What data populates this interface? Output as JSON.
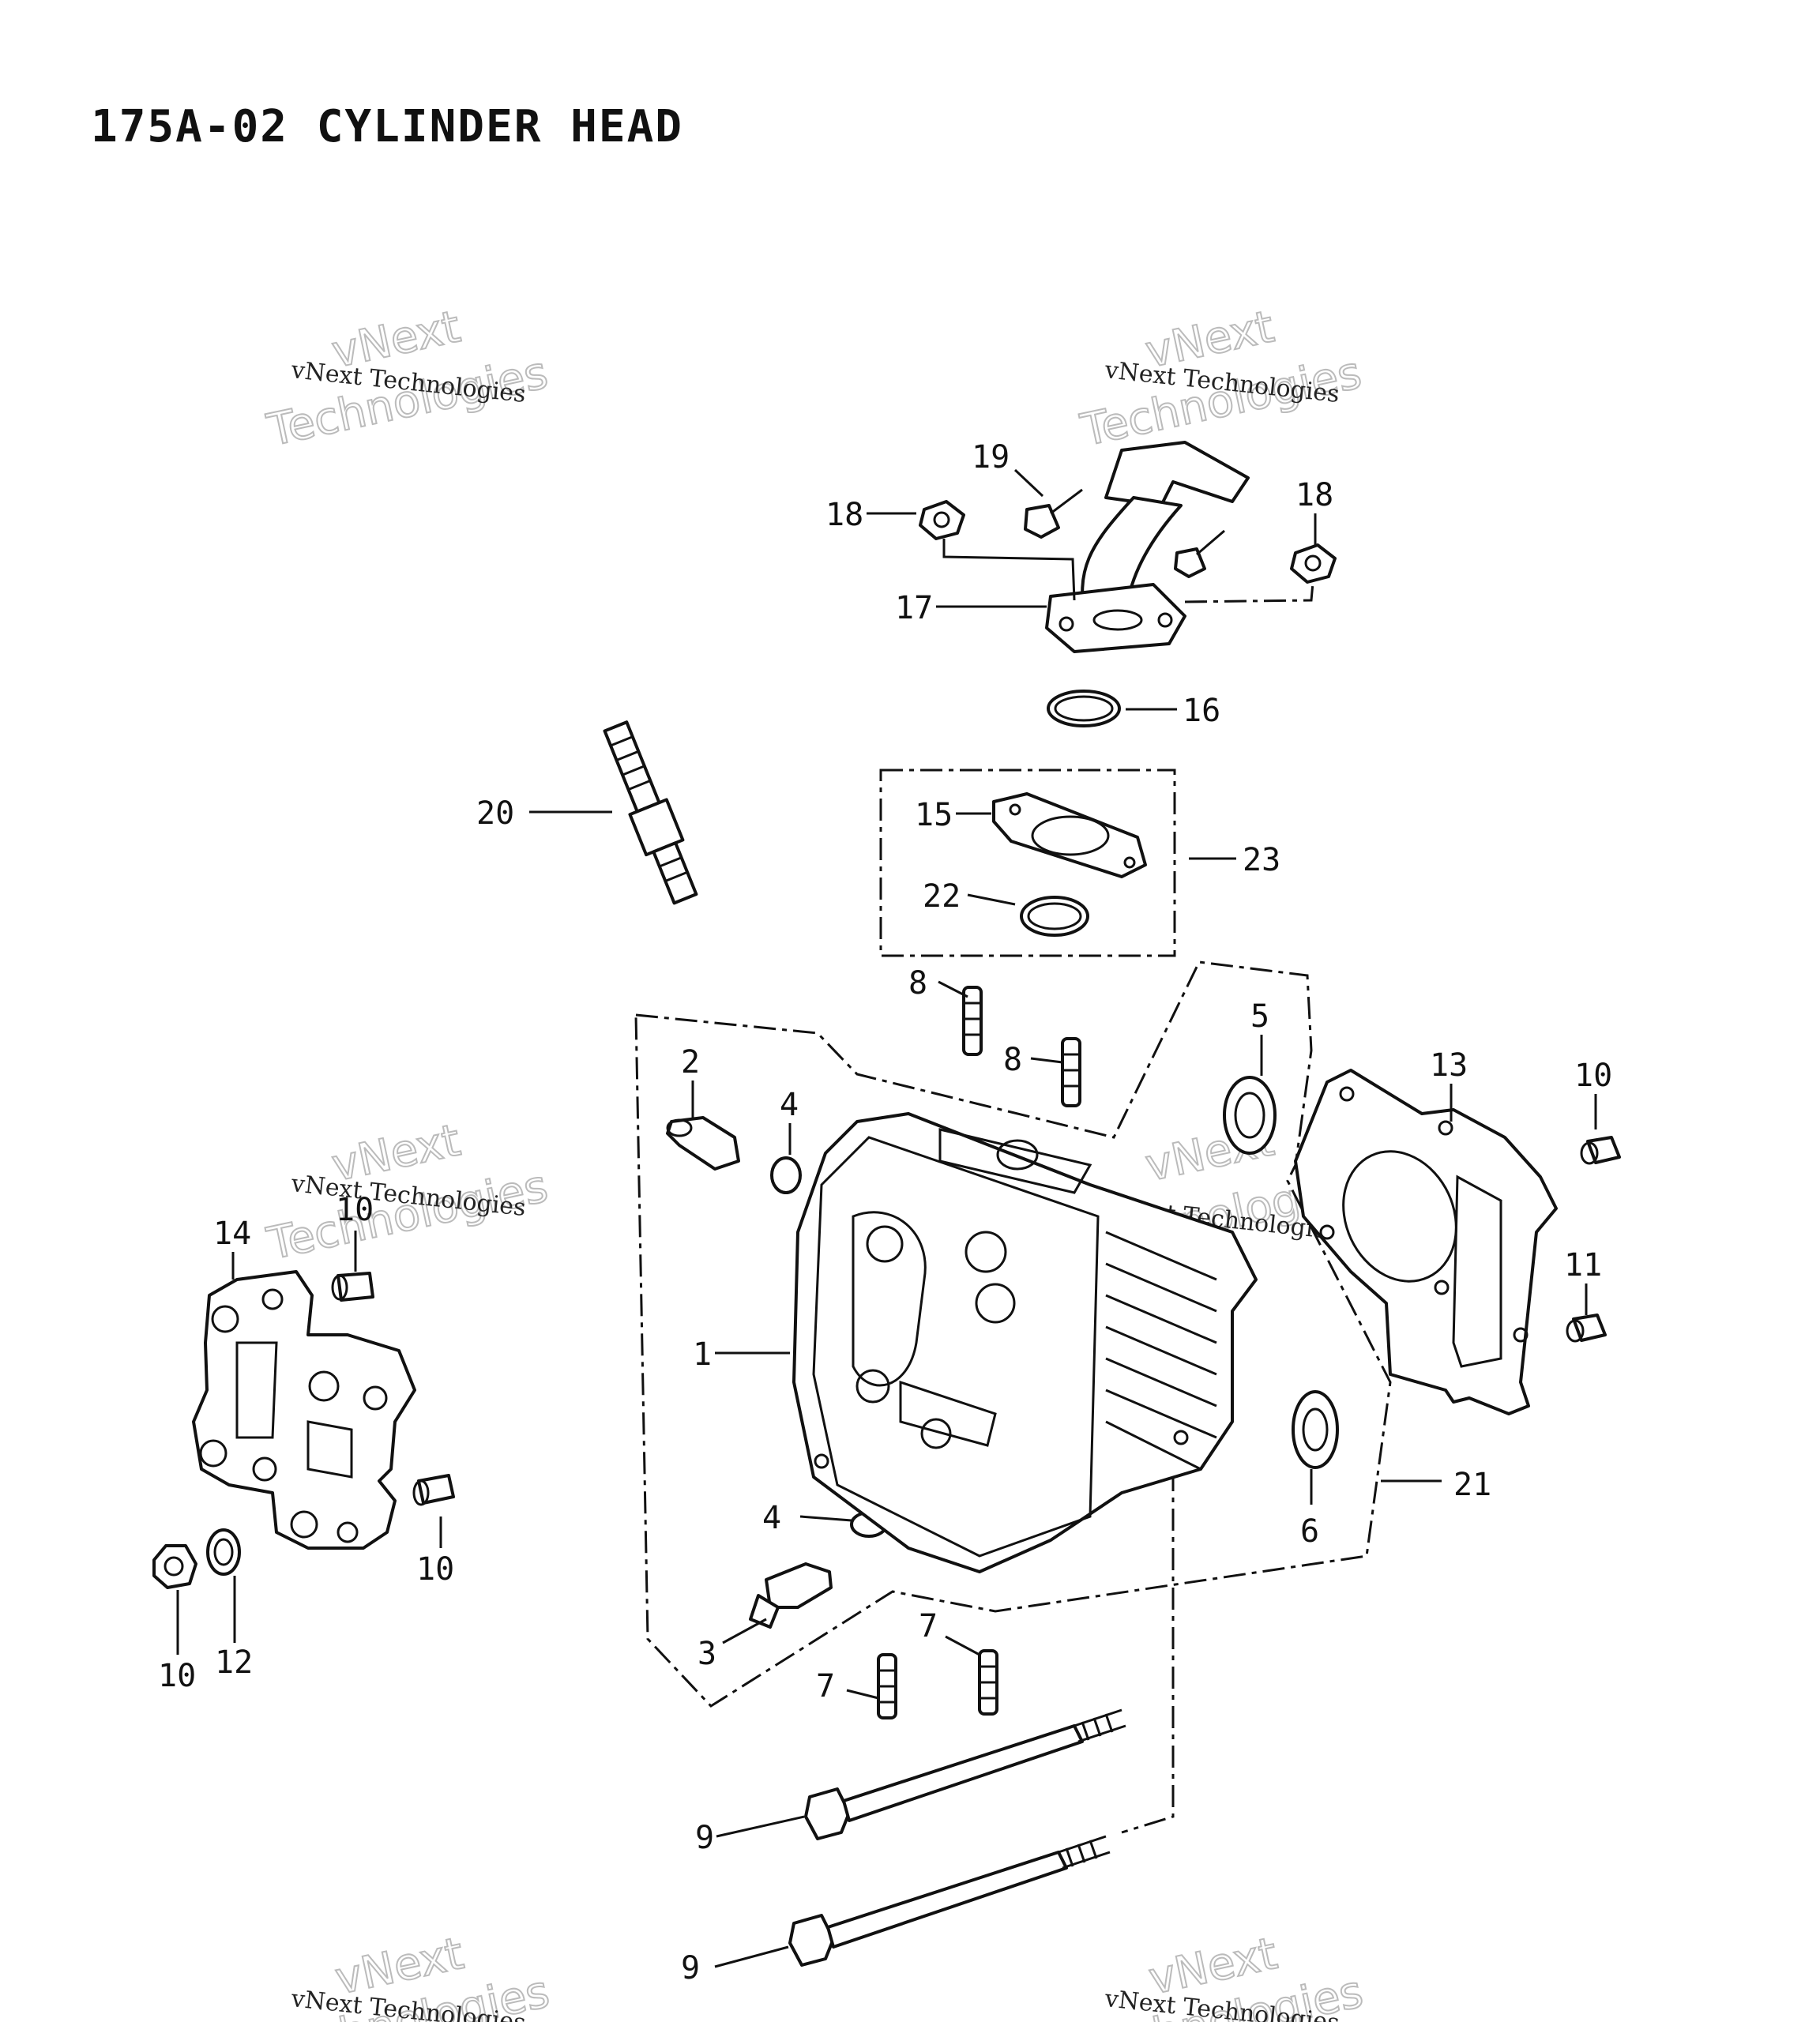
{
  "title": "175A-02 CYLINDER HEAD",
  "callouts": [
    {
      "id": "c1",
      "label": "1"
    },
    {
      "id": "c2",
      "label": "2"
    },
    {
      "id": "c3",
      "label": "3"
    },
    {
      "id": "c4a",
      "label": "4"
    },
    {
      "id": "c4b",
      "label": "4"
    },
    {
      "id": "c5",
      "label": "5"
    },
    {
      "id": "c6",
      "label": "6"
    },
    {
      "id": "c7a",
      "label": "7"
    },
    {
      "id": "c7b",
      "label": "7"
    },
    {
      "id": "c8a",
      "label": "8"
    },
    {
      "id": "c8b",
      "label": "8"
    },
    {
      "id": "c9a",
      "label": "9"
    },
    {
      "id": "c9b",
      "label": "9"
    },
    {
      "id": "c10a",
      "label": "10"
    },
    {
      "id": "c10b",
      "label": "10"
    },
    {
      "id": "c10c",
      "label": "10"
    },
    {
      "id": "c10d",
      "label": "10"
    },
    {
      "id": "c11",
      "label": "11"
    },
    {
      "id": "c12",
      "label": "12"
    },
    {
      "id": "c13",
      "label": "13"
    },
    {
      "id": "c14",
      "label": "14"
    },
    {
      "id": "c15",
      "label": "15"
    },
    {
      "id": "c16",
      "label": "16"
    },
    {
      "id": "c17",
      "label": "17"
    },
    {
      "id": "c18a",
      "label": "18"
    },
    {
      "id": "c18b",
      "label": "18"
    },
    {
      "id": "c19",
      "label": "19"
    },
    {
      "id": "c20",
      "label": "20"
    },
    {
      "id": "c21",
      "label": "21"
    },
    {
      "id": "c22",
      "label": "22"
    },
    {
      "id": "c23",
      "label": "23"
    }
  ],
  "watermark": {
    "small": "vNext Technologies",
    "large_line1": "vNext",
    "large_line2": "Technologies"
  }
}
